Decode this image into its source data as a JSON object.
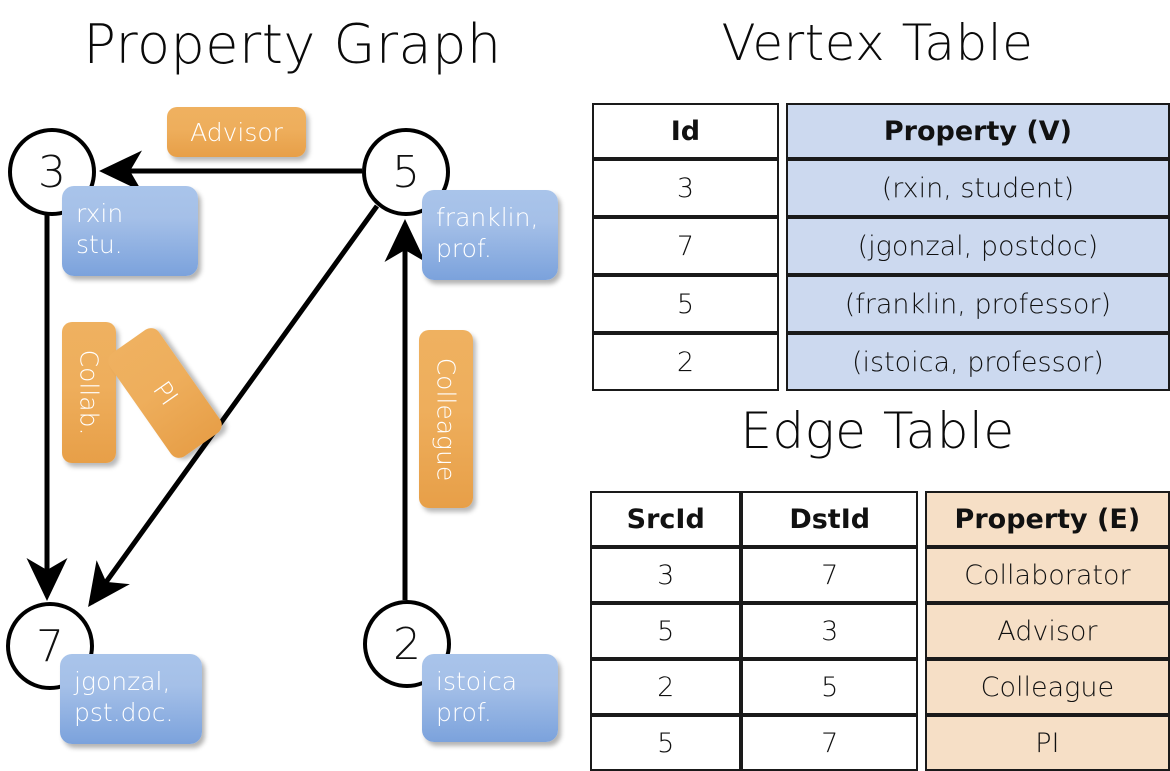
{
  "titles": {
    "property_graph": "Property Graph",
    "vertex_table": "Vertex Table",
    "edge_table": "Edge Table"
  },
  "graph": {
    "nodes": [
      {
        "id": "3",
        "property": "rxin\nstu."
      },
      {
        "id": "5",
        "property": "franklin,\nprof."
      },
      {
        "id": "7",
        "property": "jgonzal,\npst.doc."
      },
      {
        "id": "2",
        "property": "istoica\nprof."
      }
    ],
    "edge_labels": [
      {
        "name": "advisor",
        "label": "Advisor"
      },
      {
        "name": "collab",
        "label": "Collab."
      },
      {
        "name": "pi",
        "label": "PI"
      },
      {
        "name": "colleague",
        "label": "Colleague"
      }
    ],
    "edges": [
      {
        "src": "5",
        "dst": "3",
        "label": "Advisor"
      },
      {
        "src": "3",
        "dst": "7",
        "label": "Collab."
      },
      {
        "src": "5",
        "dst": "7",
        "label": "PI"
      },
      {
        "src": "2",
        "dst": "5",
        "label": "Colleague"
      }
    ]
  },
  "vertex_table": {
    "headers": [
      "Id",
      "Property (V)"
    ],
    "rows": [
      {
        "id": "3",
        "property": "(rxin, student)"
      },
      {
        "id": "7",
        "property": "(jgonzal, postdoc)"
      },
      {
        "id": "5",
        "property": "(franklin, professor)"
      },
      {
        "id": "2",
        "property": "(istoica, professor)"
      }
    ]
  },
  "edge_table": {
    "headers": [
      "SrcId",
      "DstId",
      "Property (E)"
    ],
    "rows": [
      {
        "src": "3",
        "dst": "7",
        "property": "Collaborator"
      },
      {
        "src": "5",
        "dst": "3",
        "property": "Advisor"
      },
      {
        "src": "2",
        "dst": "5",
        "property": "Colleague"
      },
      {
        "src": "5",
        "dst": "7",
        "property": "PI"
      }
    ]
  },
  "colors": {
    "vertex_property_fill": "#a5c0e8",
    "edge_property_fill": "#eeae5c",
    "vertex_table_fill": "#ccd9ef",
    "edge_table_fill": "#f6dfc6",
    "stroke": "#000000",
    "background": "#ffffff"
  }
}
